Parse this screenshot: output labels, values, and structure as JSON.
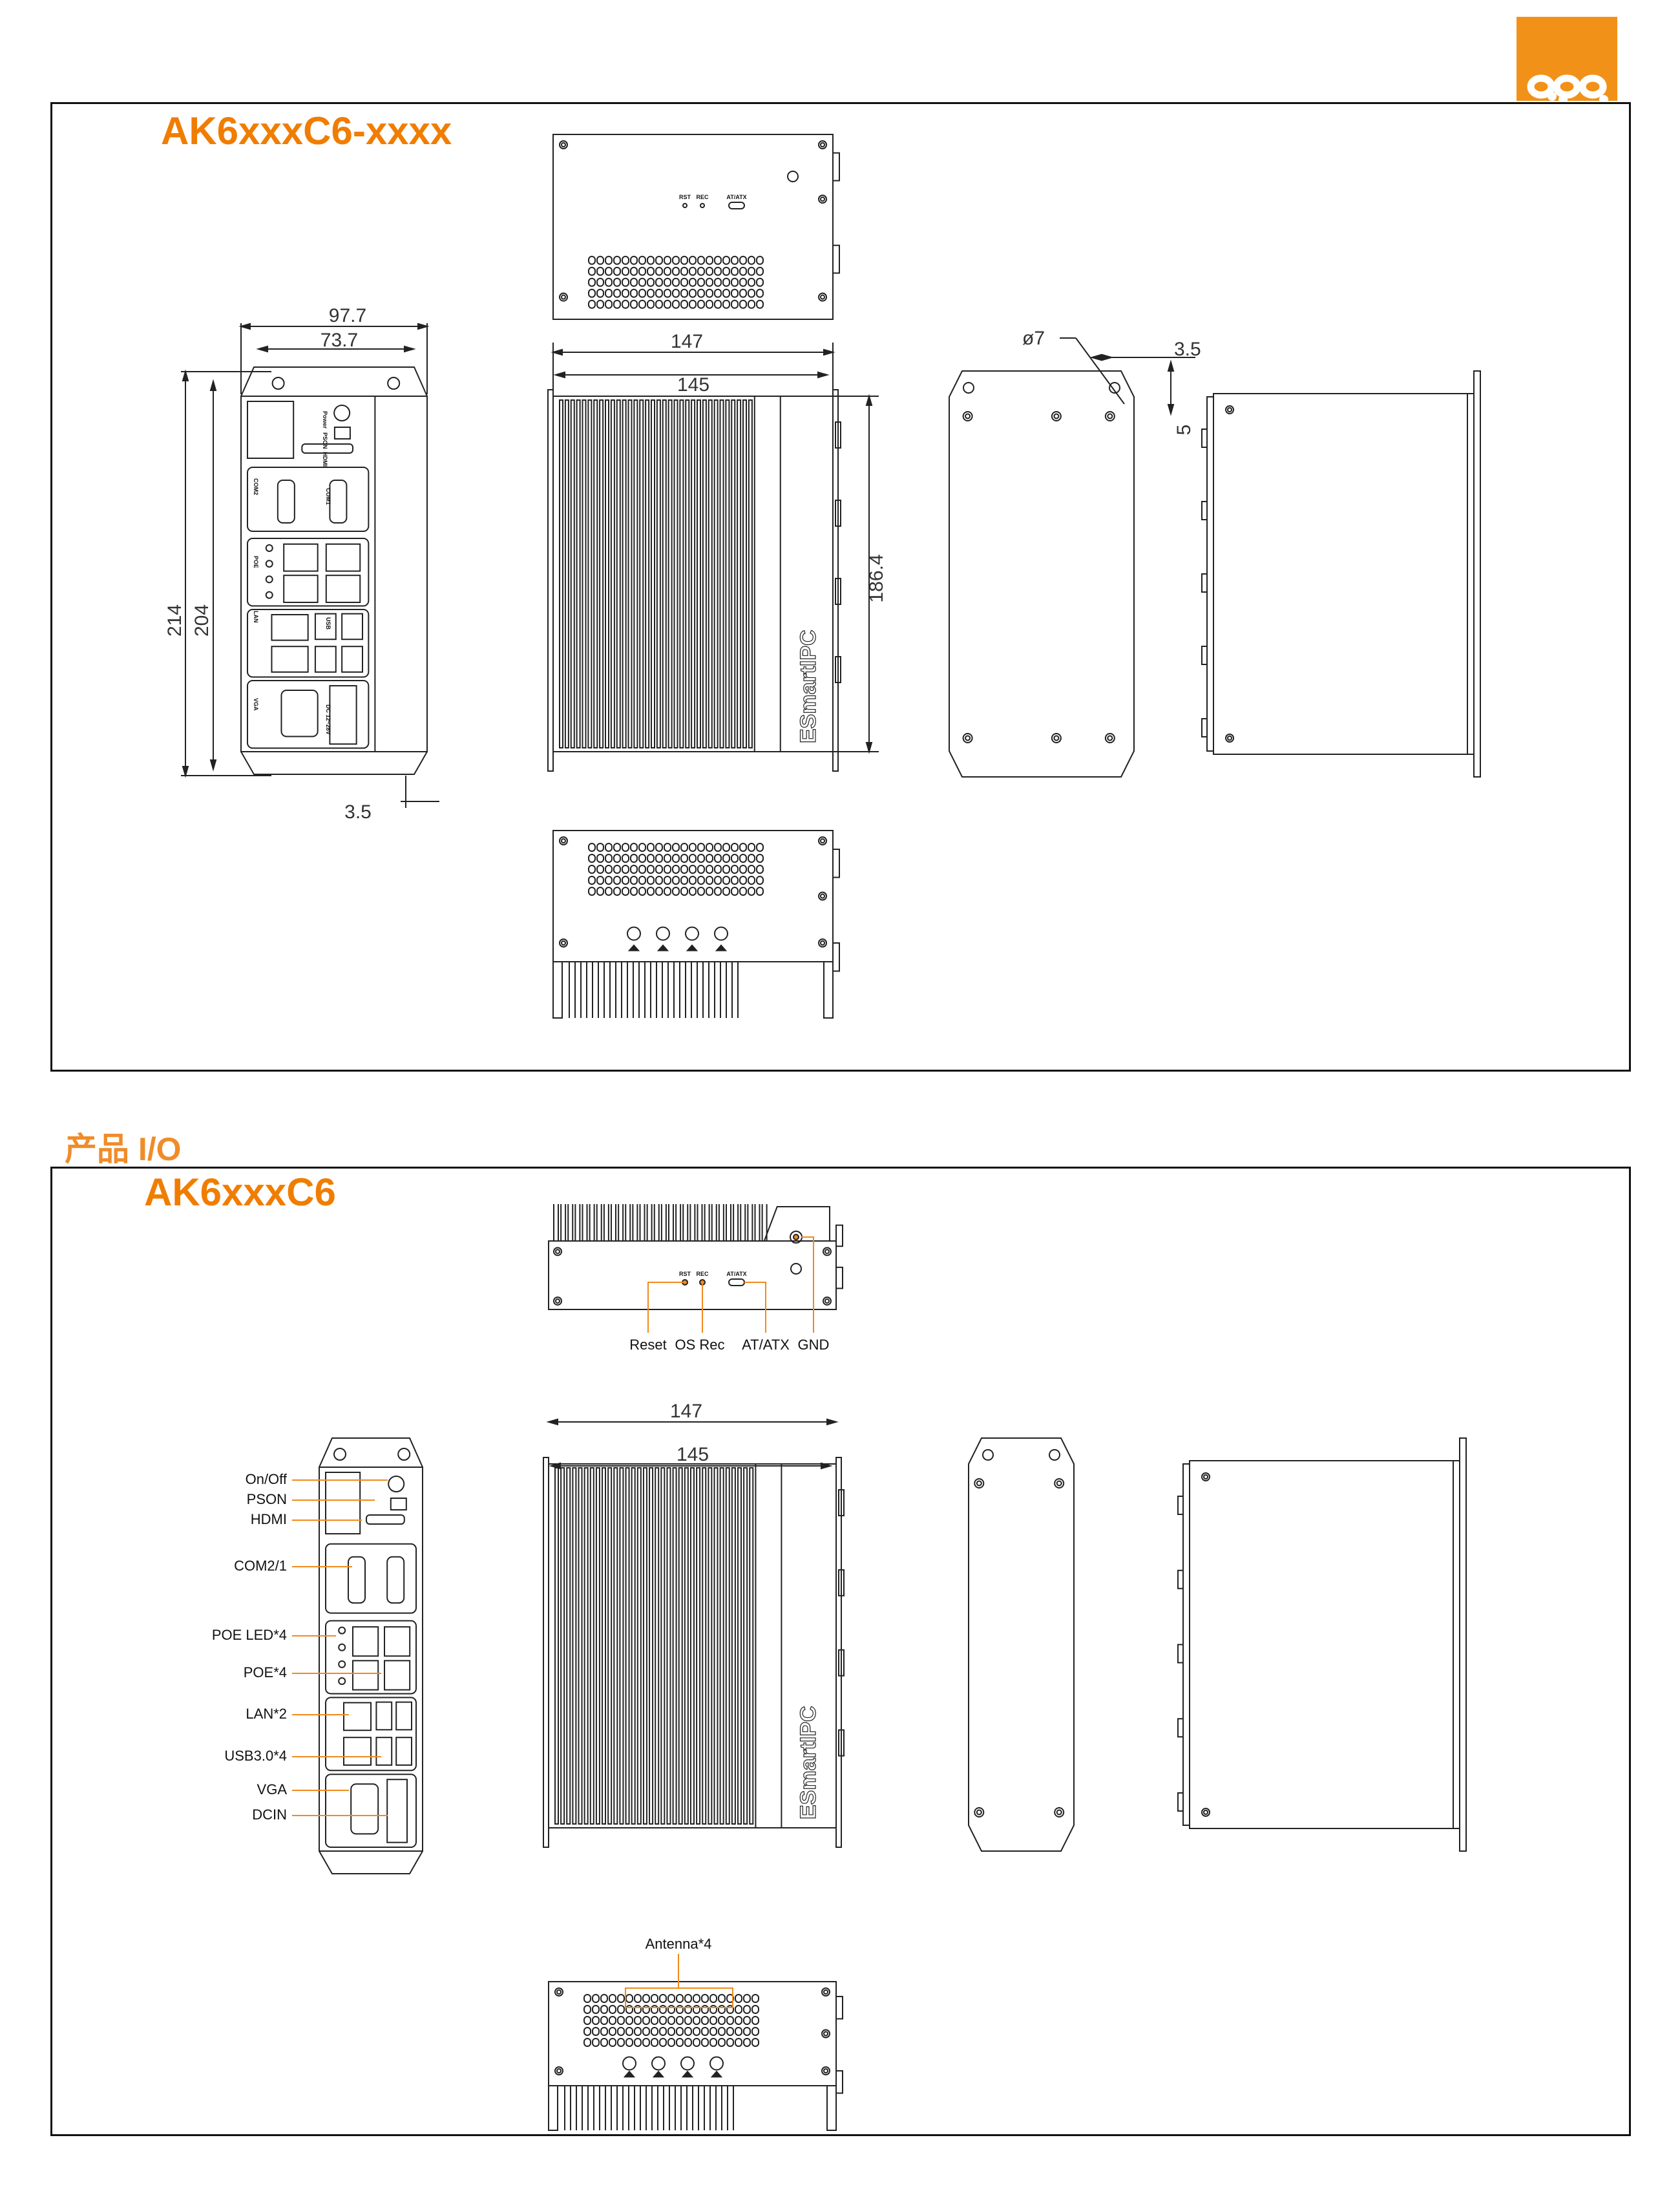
{
  "brand": {
    "logo_text": "apq",
    "color": "#f29117"
  },
  "accent_color": "#f07d00",
  "section1": {
    "title": "AK6xxxC6-xxxx",
    "dimensions": {
      "front_width": "97.7",
      "hole_spacing": "73.7",
      "height_total": "214",
      "height_body": "204",
      "ear_offset": "3.5",
      "length_total": "147",
      "length_body": "145",
      "body_height": "186.4",
      "hole_diameter": "ø7",
      "slot_width": "3.5",
      "slot_depth": "5"
    }
  },
  "section2": {
    "heading": "产品 I/O",
    "title": "AK6xxxC6",
    "dimensions": {
      "length_total": "147",
      "length_body": "145"
    },
    "top_callouts": [
      "Reset",
      "OS Rec",
      "AT/ATX",
      "GND"
    ],
    "front_callouts": [
      "On/Off",
      "PSON",
      "HDMI",
      "COM2/1",
      "POE LED*4",
      "POE*4",
      "LAN*2",
      "USB3.0*4",
      "VGA",
      "DCIN"
    ],
    "antenna_label": "Antenna*4"
  },
  "panel_labels": {
    "rst": "RST",
    "rec": "REC",
    "atatx": "AT/ATX",
    "power": "Power",
    "pson": "PSON",
    "hdmi": "HDMI",
    "com2": "COM2",
    "com1": "COM1",
    "poe": "POE",
    "lan": "LAN",
    "usb": "USB",
    "vga": "VGA",
    "dc": "DC 12~28V",
    "side_brand": "ESmartIPC"
  },
  "callout_color": "#f08a1c"
}
